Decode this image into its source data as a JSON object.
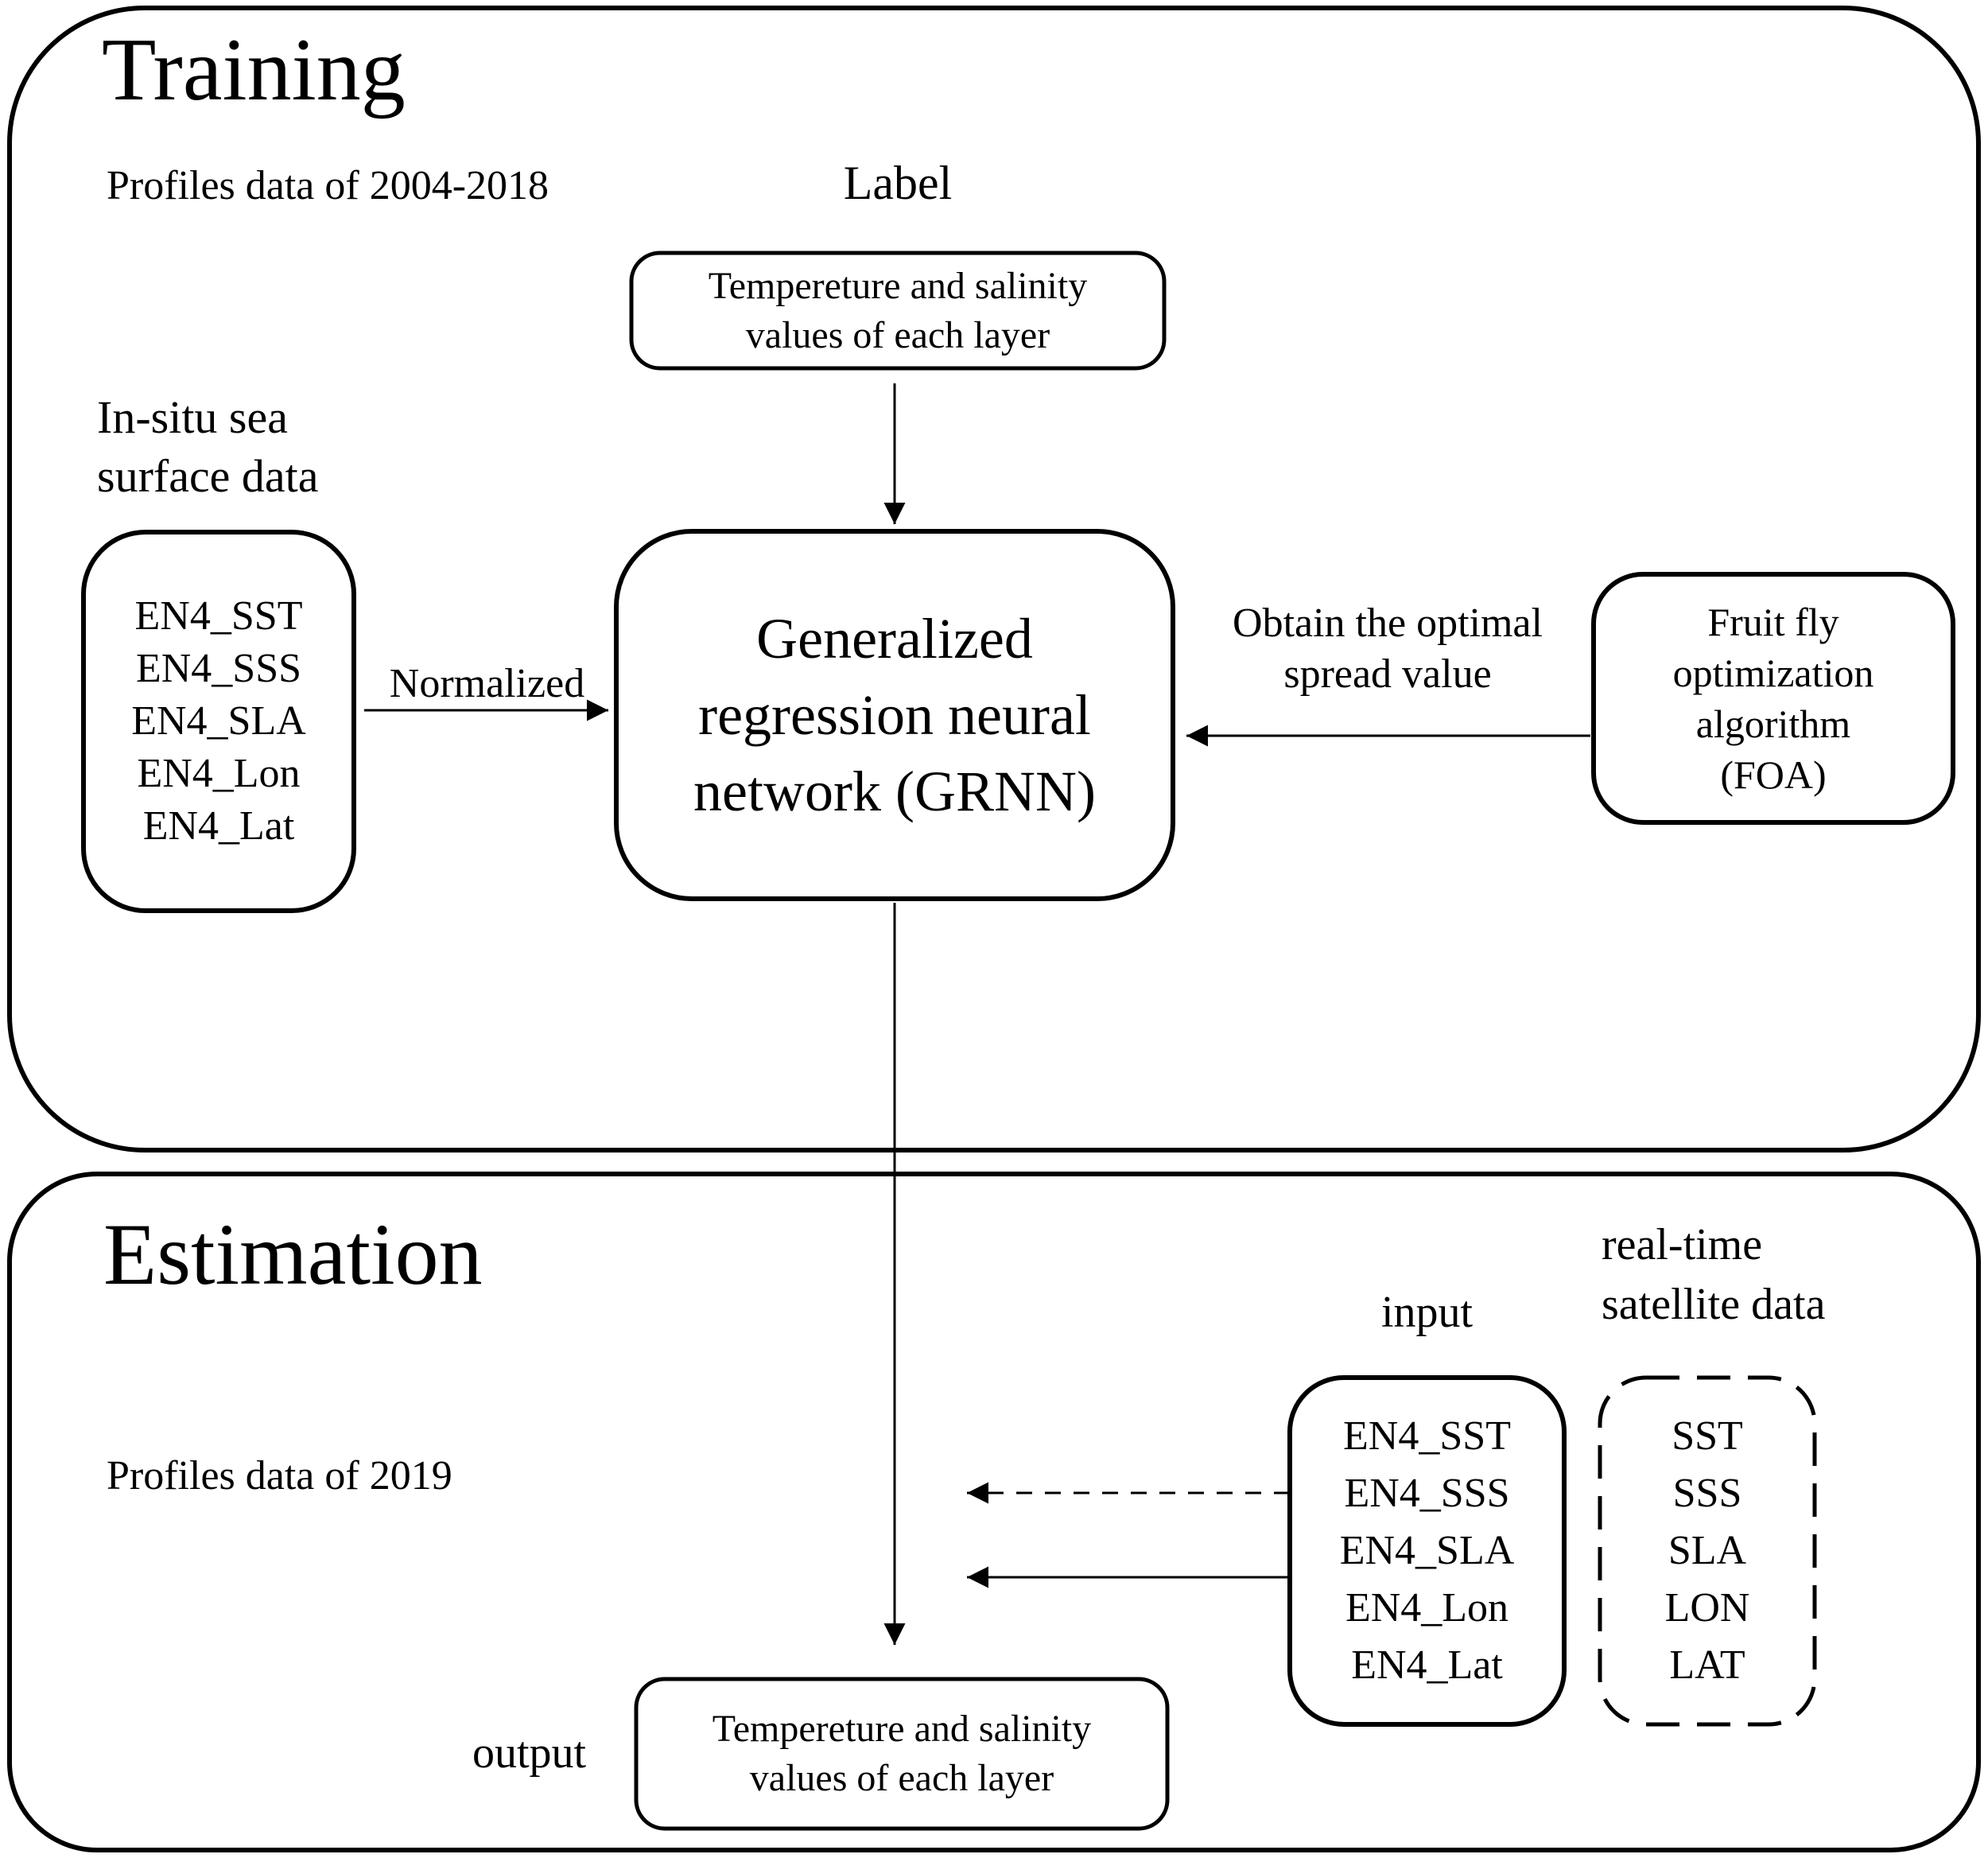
{
  "colors": {
    "ink": "#000000",
    "paper": "#ffffff"
  },
  "training": {
    "section_title": "Training",
    "subtitle": "Profiles data of 2004-2018",
    "label_heading": "Label",
    "label_box_line1": "Tempereture and salinity",
    "label_box_line2": "values of each layer",
    "insitu_heading_line1": "In-situ sea",
    "insitu_heading_line2": "surface data",
    "insitu_items": [
      "EN4_SST",
      "EN4_SSS",
      "EN4_SLA",
      "EN4_Lon",
      "EN4_Lat"
    ],
    "normalized_arrow_label": "Normalized",
    "grnn_line1": "Generalized",
    "grnn_line2": "regression neural",
    "grnn_line3": "network (GRNN)",
    "spread_arrow_label_line1": "Obtain the optimal",
    "spread_arrow_label_line2": "spread value",
    "foa_line1": "Fruit fly",
    "foa_line2": "optimization",
    "foa_line3": "algorithm",
    "foa_line4": "(FOA)"
  },
  "estimation": {
    "section_title": "Estimation",
    "subtitle": "Profiles data of 2019",
    "input_heading": "input",
    "input_items": [
      "EN4_SST",
      "EN4_SSS",
      "EN4_SLA",
      "EN4_Lon",
      "EN4_Lat"
    ],
    "satellite_heading_line1": "real-time",
    "satellite_heading_line2": "satellite data",
    "satellite_items": [
      "SST",
      "SSS",
      "SLA",
      "LON",
      "LAT"
    ],
    "output_heading": "output",
    "output_box_line1": "Tempereture and salinity",
    "output_box_line2": "values of each layer"
  }
}
